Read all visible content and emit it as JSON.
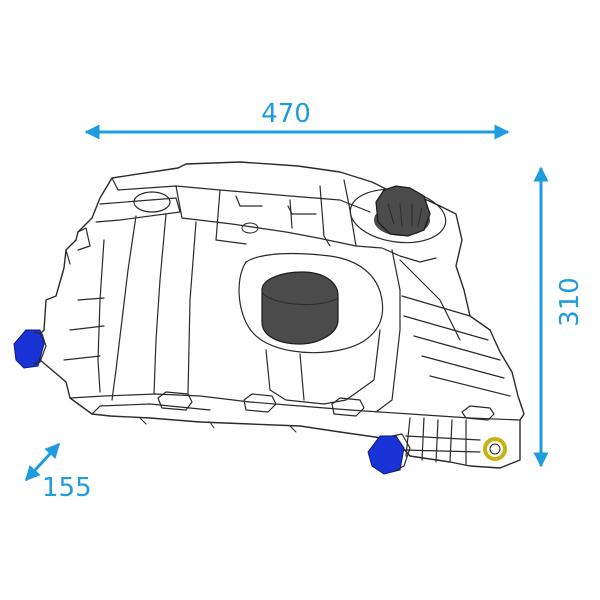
{
  "diagram": {
    "dimensions": {
      "width": "470",
      "height": "310",
      "depth": "155"
    },
    "colors": {
      "dimension": "#1f9be0",
      "cap": "#4b4b4b",
      "outlet": "#1a33d6",
      "ring": "#c9b210",
      "outline": "#2a2a2a"
    }
  }
}
